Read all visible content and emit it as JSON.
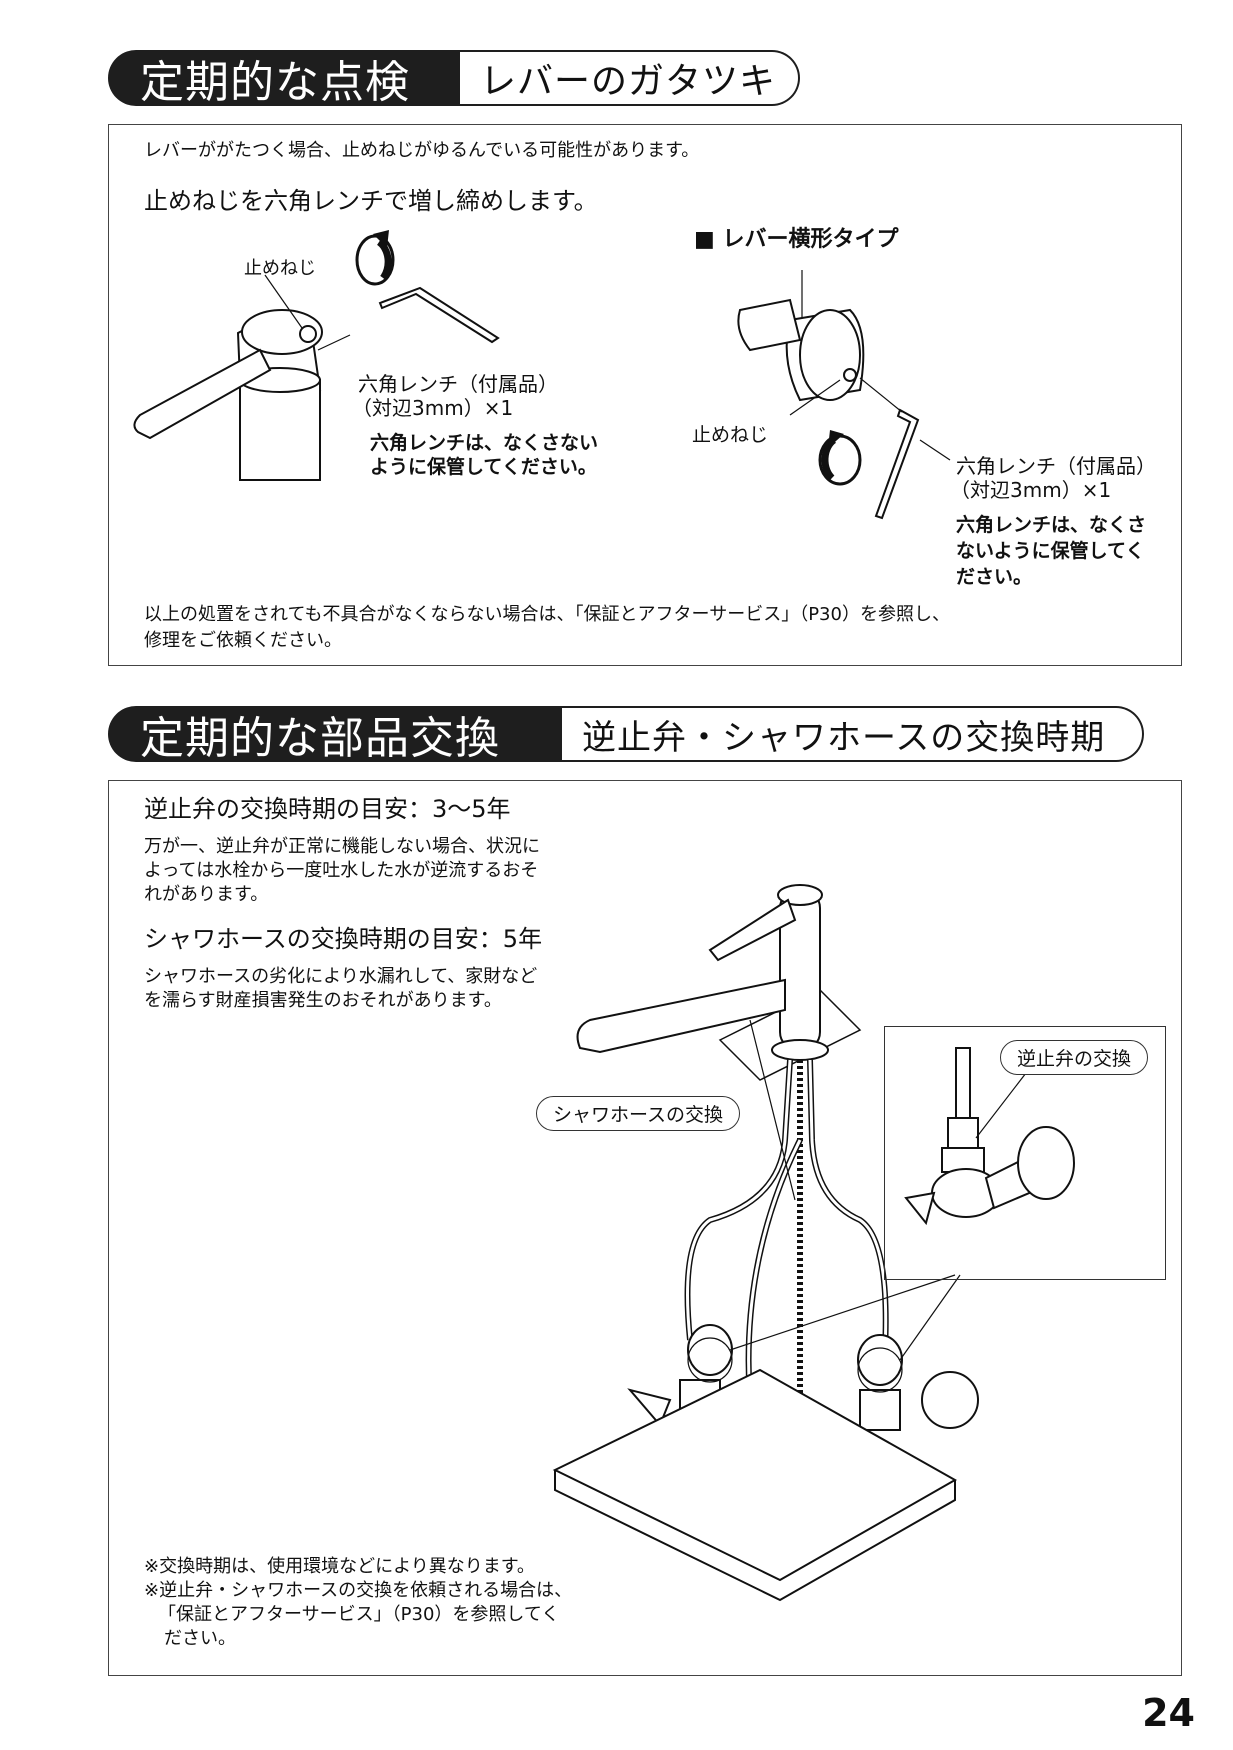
{
  "section1": {
    "title": "定期的な点検",
    "subtitle": "レバーのガタツキ",
    "intro": "レバーががたつく場合、止めねじがゆるんでいる可能性があります。",
    "instruction": "止めねじを六角レンチで増し締めします。",
    "left_diagram": {
      "screw_label": "止めねじ",
      "wrench_label_1": "六角レンチ（付属品）",
      "wrench_label_2": "（対辺3mm）×1",
      "note_1": "六角レンチは、なくさない",
      "note_2": "ように保管してください。"
    },
    "right_diagram": {
      "type_label": "■ レバー横形タイプ",
      "screw_label": "止めねじ",
      "wrench_label_1": "六角レンチ（付属品）",
      "wrench_label_2": "（対辺3mm）×1",
      "note_1": "六角レンチは、なくさ",
      "note_2": "ないように保管してく",
      "note_3": "ださい。"
    },
    "footer_1": "以上の処置をされても不具合がなくならない場合は、「保証とアフターサービス」（P30）を参照し、",
    "footer_2": "修理をご依頼ください。"
  },
  "section2": {
    "title": "定期的な部品交換",
    "subtitle": "逆止弁・シャワホースの交換時期",
    "valve_heading": "逆止弁の交換時期の目安：3〜5年",
    "valve_text_1": "万が一、逆止弁が正常に機能しない場合、状況に",
    "valve_text_2": "よっては水栓から一度吐水した水が逆流するおそ",
    "valve_text_3": "れがあります。",
    "hose_heading": "シャワホースの交換時期の目安：5年",
    "hose_text_1": "シャワホースの劣化により水漏れして、家財など",
    "hose_text_2": "を濡らす財産損害発生のおそれがあります。",
    "callout_valve": "逆止弁の交換",
    "callout_hose": "シャワホースの交換",
    "note_1": "※交換時期は、使用環境などにより異なります。",
    "note_2": "※逆止弁・シャワホースの交換を依頼される場合は、",
    "note_3": "「保証とアフターサービス」（P30）を参照してく",
    "note_4": "ださい。"
  },
  "page_number": "24"
}
